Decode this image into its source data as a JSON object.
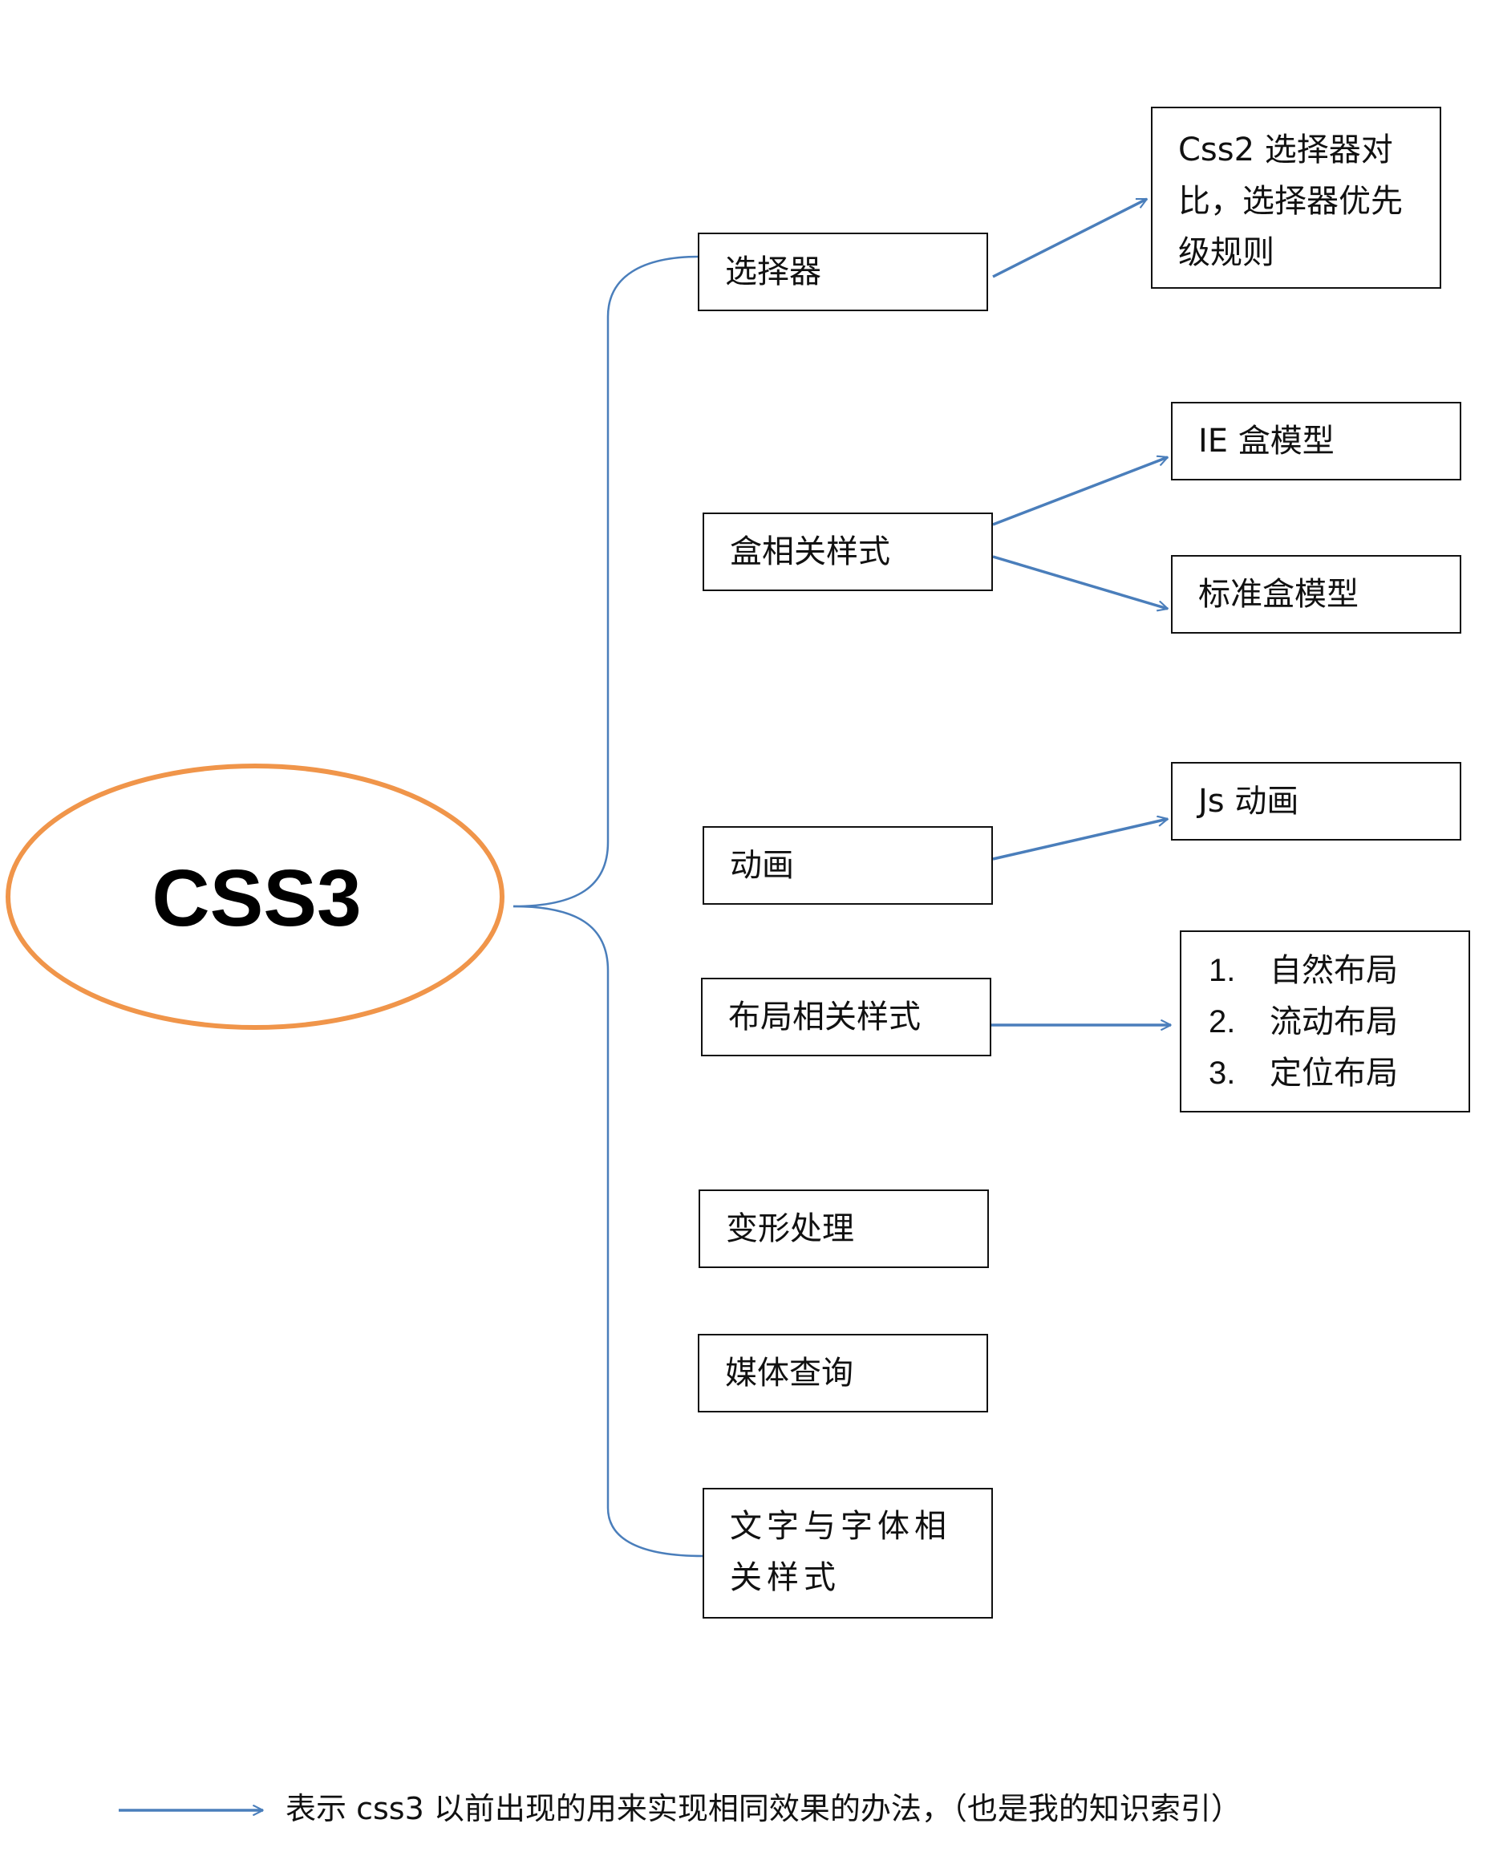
{
  "center": {
    "label": "CSS3",
    "border_color": "#f0954a"
  },
  "connector_color": "#4a7ebb",
  "branches": [
    {
      "label": "选择器"
    },
    {
      "label": "盒相关样式"
    },
    {
      "label": "动画"
    },
    {
      "label": "布局相关样式"
    },
    {
      "label": "变形处理"
    },
    {
      "label": "媒体查询"
    },
    {
      "label": "文字与字体相关样式"
    }
  ],
  "leaves": {
    "selector_compare": "Css2  选择器对\n比，选择器优先\n级规则",
    "ie_box_model": "IE 盒模型",
    "standard_box_model": "标准盒模型",
    "js_animation": "Js 动画",
    "layouts": [
      {
        "num": "1.",
        "label": "自然布局"
      },
      {
        "num": "2.",
        "label": "流动布局"
      },
      {
        "num": "3.",
        "label": "定位布局"
      }
    ]
  },
  "legend": {
    "text": "表示 css3 以前出现的用来实现相同效果的办法，（也是我的知识索引）"
  }
}
